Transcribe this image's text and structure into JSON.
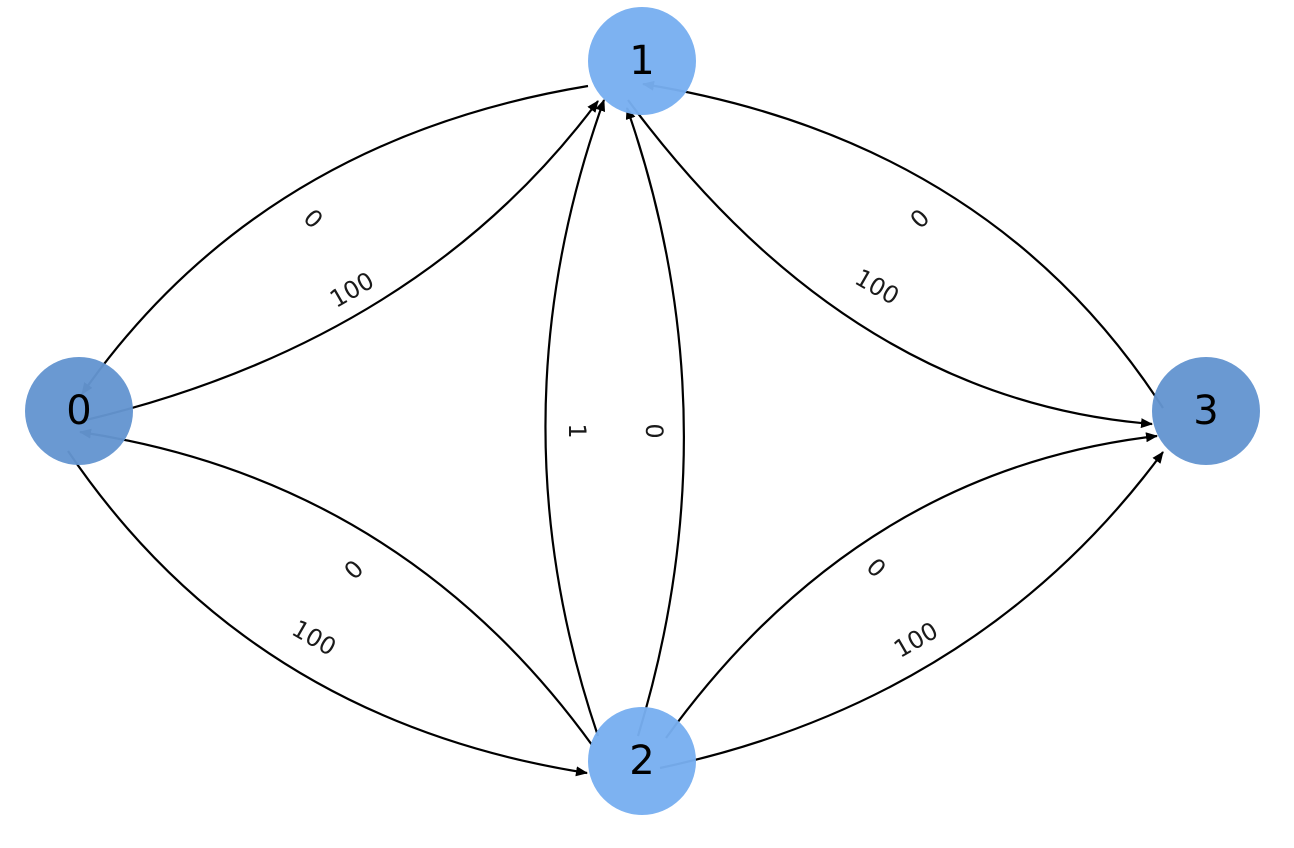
{
  "graph": {
    "directed": true,
    "colors": {
      "node_dark": "#6495d0",
      "node_light": "#78aff0",
      "edge": "#000000",
      "background": "#ffffff"
    },
    "nodes": [
      {
        "id": "0",
        "label": "0",
        "color": "#6495d0"
      },
      {
        "id": "1",
        "label": "1",
        "color": "#78aff0"
      },
      {
        "id": "2",
        "label": "2",
        "color": "#78aff0"
      },
      {
        "id": "3",
        "label": "3",
        "color": "#6495d0"
      }
    ],
    "edges": [
      {
        "from": "1",
        "to": "0",
        "label": "0"
      },
      {
        "from": "0",
        "to": "1",
        "label": "100"
      },
      {
        "from": "2",
        "to": "1",
        "label": "1"
      },
      {
        "from": "1",
        "to": "2",
        "label": "0"
      },
      {
        "from": "3",
        "to": "1",
        "label": "0"
      },
      {
        "from": "1",
        "to": "3",
        "label": "100"
      },
      {
        "from": "2",
        "to": "0",
        "label": "0"
      },
      {
        "from": "0",
        "to": "2",
        "label": "100"
      },
      {
        "from": "2",
        "to": "3",
        "label": "0"
      },
      {
        "from": "3",
        "to": "2",
        "label": "100"
      }
    ]
  }
}
